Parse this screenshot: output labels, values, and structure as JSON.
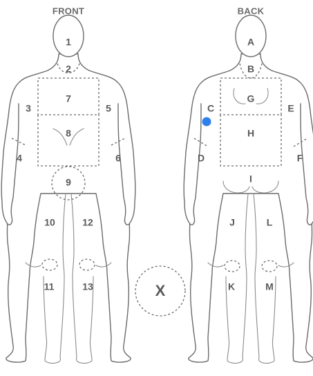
{
  "headings": {
    "front": "FRONT",
    "back": "BACK"
  },
  "front_labels": [
    "1",
    "2",
    "3",
    "4",
    "5",
    "6",
    "7",
    "8",
    "9",
    "10",
    "11",
    "12",
    "13"
  ],
  "back_labels": [
    "A",
    "B",
    "C",
    "D",
    "E",
    "F",
    "G",
    "H",
    "I",
    "J",
    "K",
    "L",
    "M"
  ],
  "unknown_label": "X",
  "marker": {
    "region": "C",
    "color": "#2f80ed"
  },
  "colors": {
    "outline": "#6b6b6b",
    "label": "#5a5a5a"
  }
}
